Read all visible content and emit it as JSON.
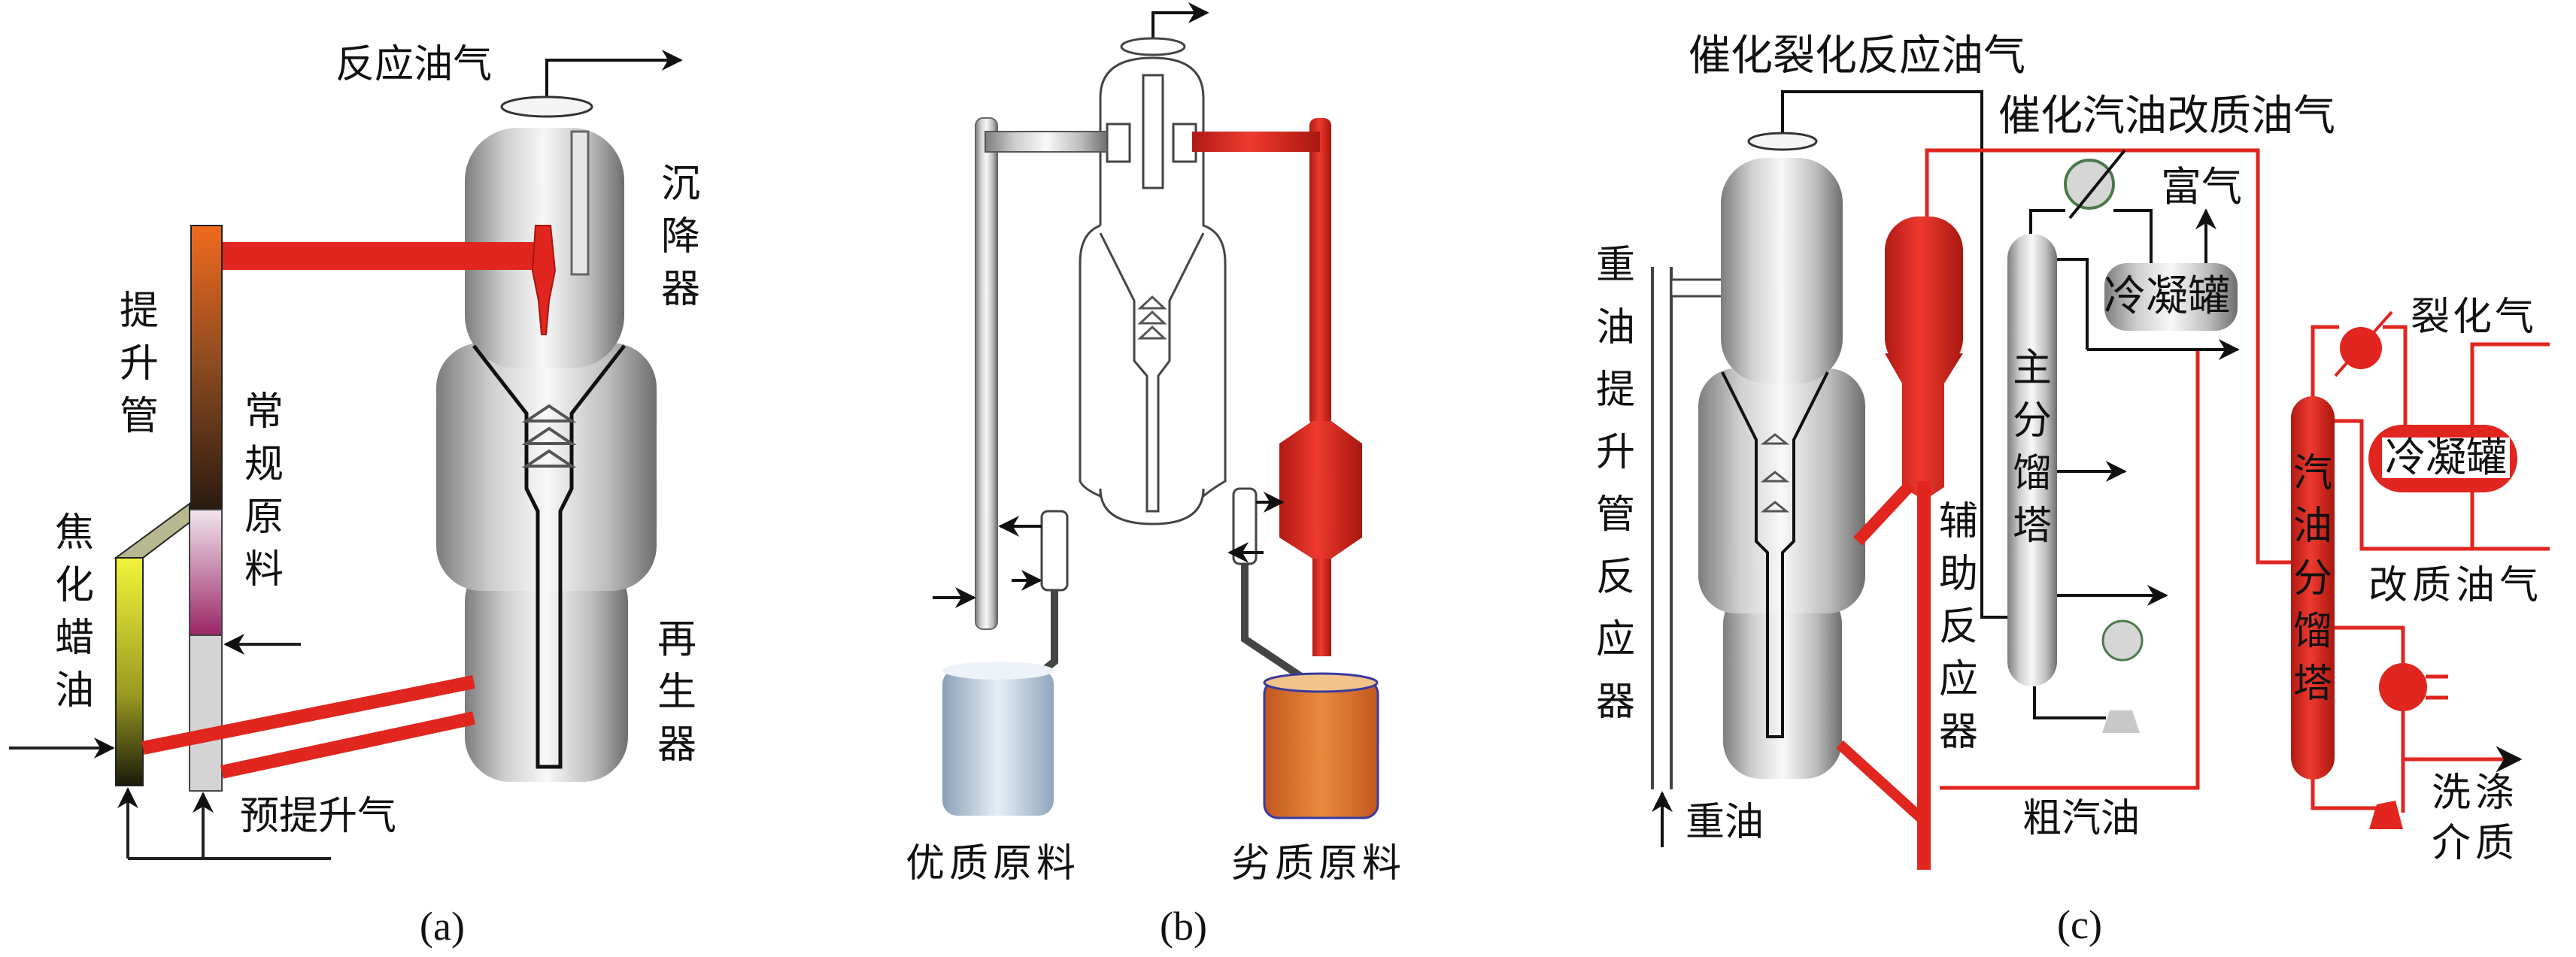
{
  "figure": {
    "panels": [
      {
        "id": "a",
        "caption": "(a)",
        "labels": {
          "reaction_oil_gas": "反应油气",
          "settler": "沉降器",
          "riser": "提升管",
          "conventional_feed": "常规原料",
          "coker_gas_oil": "焦化蜡油",
          "regenerator": "再生器",
          "pre_lift_gas": "预提升气"
        }
      },
      {
        "id": "b",
        "caption": "(b)",
        "labels": {
          "high_quality_feed": "优质原料",
          "inferior_feed": "劣质原料"
        }
      },
      {
        "id": "c",
        "caption": "(c)",
        "labels": {
          "fcc_reaction_oil_gas": "催化裂化反应油气",
          "fcc_gasoline_upgraded_gas": "催化汽油改质油气",
          "rich_gas": "富气",
          "condenser_tank_1": "冷凝罐",
          "heavy_oil_riser_reactor": "重油提升管反应器",
          "main_fractionator": "主分馏塔",
          "auxiliary_reactor": "辅助反应器",
          "cracked_gas": "裂化气",
          "condenser_tank_2": "冷凝罐",
          "gasoline_fractionator": "汽油分馏塔",
          "upgraded_oil_gas": "改质油气",
          "washing_medium_line1": "洗涤",
          "washing_medium_line2": "介质",
          "heavy_oil": "重油",
          "crude_gasoline": "粗汽油"
        }
      }
    ],
    "colors": {
      "hot_red": "#e0261f",
      "vessel_grey": "#9a9a9a",
      "line_black": "#1a1a1a",
      "riser_orange": "#e8631c",
      "coker_yellow": "#e8e83a",
      "feed_magenta": "#a0306e",
      "good_feed_blue": "#b7c9dc",
      "bad_feed_orange": "#d9772f"
    }
  }
}
